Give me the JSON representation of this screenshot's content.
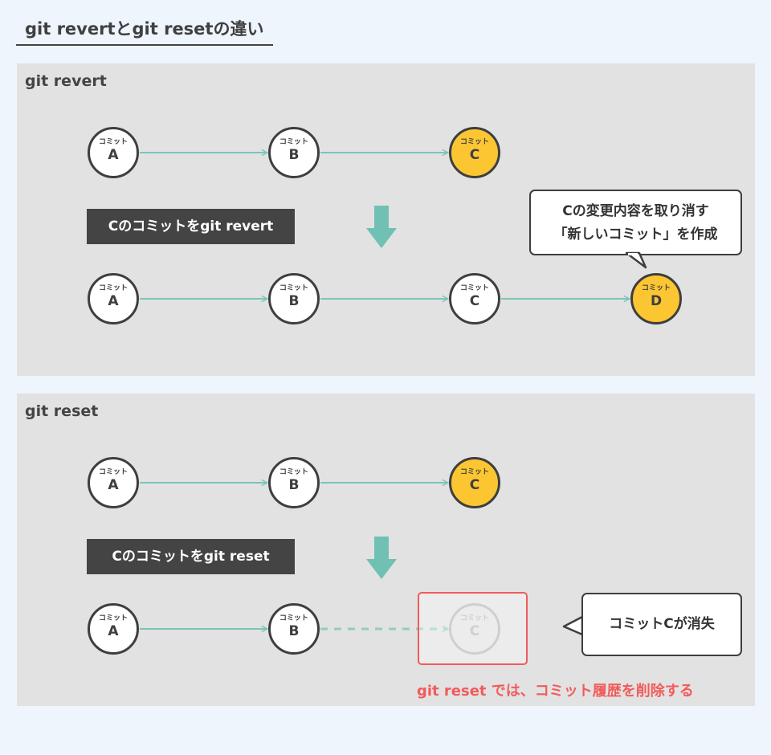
{
  "title": "git revertとgit resetの違い",
  "commit_label": "コミット",
  "colors": {
    "accent": "#fbc632",
    "arrow": "#7cc4b8",
    "danger": "#f25b5b"
  },
  "revert": {
    "label": "git revert",
    "before": [
      "A",
      "B",
      "C"
    ],
    "operation": "Cのコミットをgit revert",
    "after": [
      "A",
      "B",
      "C",
      "D"
    ],
    "callout": [
      "Cの変更内容を取り消す",
      "「新しいコミット」を作成"
    ]
  },
  "reset": {
    "label": "git reset",
    "before": [
      "A",
      "B",
      "C"
    ],
    "operation": "Cのコミットをgit reset",
    "after": [
      "A",
      "B",
      "C"
    ],
    "callout": "コミットCが消失",
    "note": "git reset では、コミット履歴を削除する"
  }
}
